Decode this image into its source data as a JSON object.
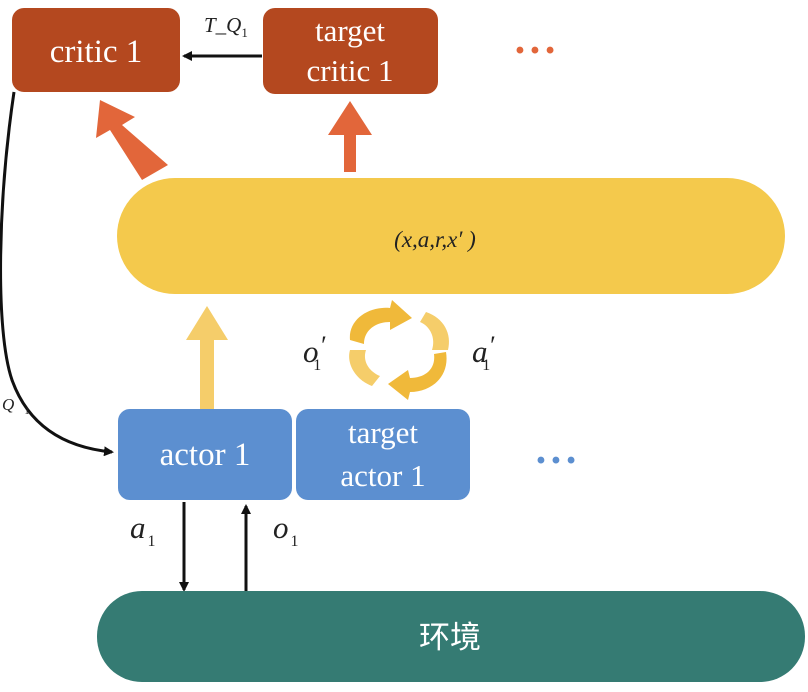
{
  "critic": {
    "label": "critic 1"
  },
  "target_critic": {
    "line1": "target",
    "line2": "critic 1"
  },
  "critic_ellipsis": "• • •",
  "edge_target_q": {
    "main": "T_Q",
    "sub": "1"
  },
  "buffer": {
    "label": "(x,a,r,x′ )"
  },
  "obs_prime": {
    "main": "o",
    "prime": "′",
    "sub": "1"
  },
  "act_prime": {
    "main": "a",
    "prime": "′",
    "sub": "1"
  },
  "edge_q": {
    "main": "Q",
    "sub": "1"
  },
  "actor": {
    "label": "actor 1"
  },
  "target_actor": {
    "line1": "target",
    "line2": "actor 1"
  },
  "actor_ellipsis": "• • •",
  "edge_action": {
    "main": "a",
    "sub": "1"
  },
  "edge_obs": {
    "main": "o",
    "sub": "1"
  },
  "environment": {
    "label": "环境"
  },
  "colors": {
    "critic": "#b4481f",
    "critic_arrow": "#e2663a",
    "buffer": "#f4c94c",
    "buffer_arrow": "#f5cd6a",
    "actor": "#5c8fd0",
    "env": "#357b73"
  }
}
